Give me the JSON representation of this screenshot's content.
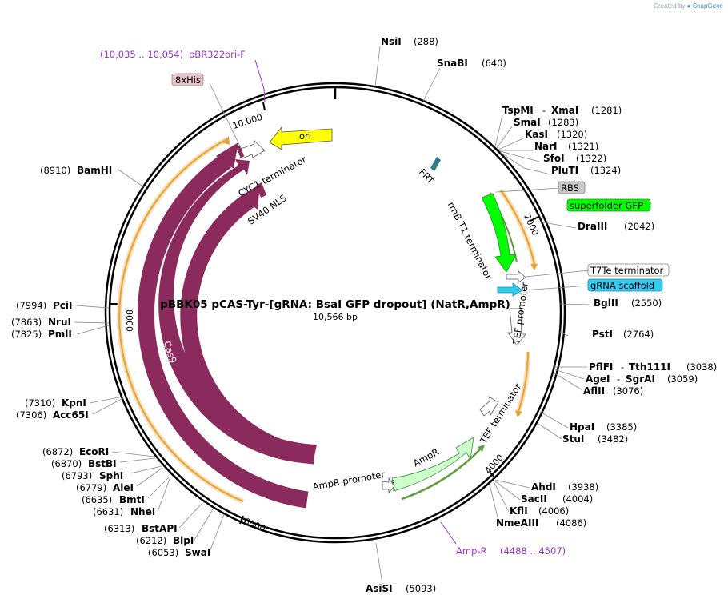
{
  "credit": {
    "prefix": "Created by",
    "brand": "SnapGene"
  },
  "plasmid": {
    "name": "pBBK05 pCAS-Tyr-[gRNA: BsaI GFP dropout] (NatR,AmpR)",
    "length": "10,566 bp"
  },
  "ticks": [
    "2000",
    "4000",
    "6000",
    "8000",
    "10,000"
  ],
  "sites": [
    {
      "name": "NsiI",
      "pos": "(288)"
    },
    {
      "name": "SnaBI",
      "pos": "(640)"
    },
    {
      "name": "TspMI",
      "sep": "-",
      "name2": "XmaI",
      "pos": "(1281)"
    },
    {
      "name": "SmaI",
      "pos": "(1283)"
    },
    {
      "name": "KasI",
      "pos": "(1320)"
    },
    {
      "name": "NarI",
      "pos": "(1321)"
    },
    {
      "name": "SfoI",
      "pos": "(1322)"
    },
    {
      "name": "PluTI",
      "pos": "(1324)"
    },
    {
      "name": "DraIII",
      "pos": "(2042)"
    },
    {
      "name": "BglII",
      "pos": "(2550)"
    },
    {
      "name": "PstI",
      "pos": "(2764)"
    },
    {
      "name": "PflFI",
      "sep": "-",
      "name2": "Tth111I",
      "pos": "(3038)"
    },
    {
      "name": "AgeI",
      "sep": "-",
      "name2": "SgrAI",
      "pos": "(3059)"
    },
    {
      "name": "AflII",
      "pos": "(3076)"
    },
    {
      "name": "HpaI",
      "pos": "(3385)"
    },
    {
      "name": "StuI",
      "pos": "(3482)"
    },
    {
      "name": "AhdI",
      "pos": "(3938)"
    },
    {
      "name": "SacII",
      "pos": "(4004)"
    },
    {
      "name": "KflI",
      "pos": "(4006)"
    },
    {
      "name": "NmeAIII",
      "pos": "(4086)"
    },
    {
      "name": "AsiSI",
      "pos": "(5093)"
    },
    {
      "name": "SwaI",
      "pos": "(6053)"
    },
    {
      "name": "BlpI",
      "pos": "(6212)"
    },
    {
      "name": "BstAPI",
      "pos": "(6313)"
    },
    {
      "name": "NheI",
      "pos": "(6631)"
    },
    {
      "name": "BmtI",
      "pos": "(6635)"
    },
    {
      "name": "AleI",
      "pos": "(6779)"
    },
    {
      "name": "SphI",
      "pos": "(6793)"
    },
    {
      "name": "BstBI",
      "pos": "(6870)"
    },
    {
      "name": "EcoRI",
      "pos": "(6872)"
    },
    {
      "name": "Acc65I",
      "pos": "(7306)"
    },
    {
      "name": "KpnI",
      "pos": "(7310)"
    },
    {
      "name": "PmlI",
      "pos": "(7825)"
    },
    {
      "name": "NruI",
      "pos": "(7863)"
    },
    {
      "name": "PciI",
      "pos": "(7994)"
    },
    {
      "name": "BamHI",
      "pos": "(8910)"
    }
  ],
  "primers": [
    {
      "range": "(10,035 .. 10,054)",
      "name": "pBR322ori-F"
    },
    {
      "range": "(4488 .. 4507)",
      "name": "Amp-R"
    }
  ],
  "features": {
    "his": "8xHis",
    "ori": "ori",
    "cyc1": "CYC1 terminator",
    "sv40": "SV40 NLS",
    "frt": "FRT",
    "rbs": "RBS",
    "sfgfp": "superfolder GFP",
    "rrnb": "rrnB T1 terminator",
    "t7te": "T7Te terminator",
    "grna": "gRNA scaffold",
    "tefp": "TEF promoter",
    "teft": "TEF terminator",
    "ampr": "AmpR",
    "amprp": "AmpR promoter",
    "cas9a": "Cas9",
    "cas9b": "Cas9"
  },
  "colors": {
    "backbone": "#000000",
    "cas9": "#8b2a5c",
    "ori": "#ffff00",
    "gfp": "#00ff00",
    "grna": "#33ccee",
    "ampr": "#ccffcc",
    "frt": "#2b7a8a",
    "orf_orange": "#e8a13a",
    "orf_green": "#5c9e3a",
    "his_box": "#e8c4c8",
    "rbs_box": "#c8c8c8",
    "primer": "#9933cc"
  }
}
